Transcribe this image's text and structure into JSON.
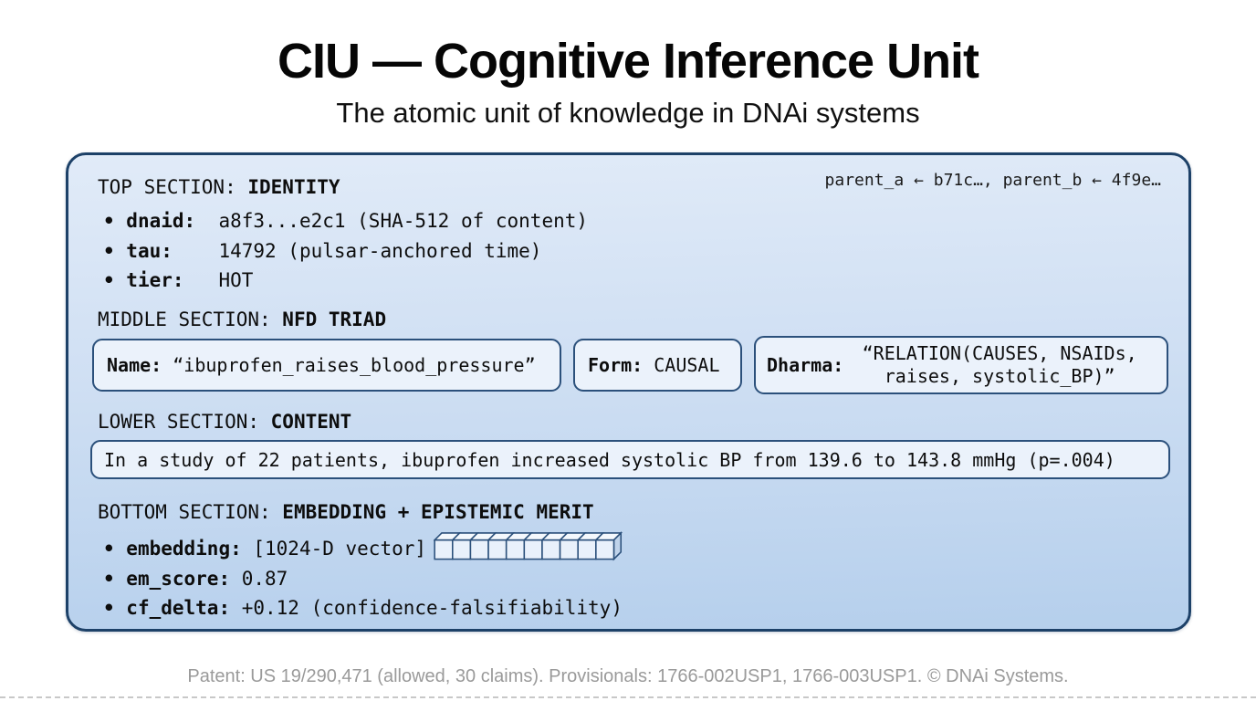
{
  "title": "CIU — Cognitive Inference Unit",
  "subtitle": "The atomic unit of knowledge in DNAi systems",
  "bullet": "• ",
  "card": {
    "parents": "parent_a ← b71c…, parent_b ← 4f9e…",
    "top": {
      "label": "TOP SECTION: ",
      "label_bold": "IDENTITY",
      "items": [
        {
          "key": "dnaid:",
          "value": "  a8f3...e2c1 (SHA-512 of content)"
        },
        {
          "key": "tau:",
          "value": "    14792 (pulsar-anchored time)"
        },
        {
          "key": "tier:",
          "value": "   HOT"
        }
      ]
    },
    "middle": {
      "label": "MIDDLE SECTION: ",
      "label_bold": "NFD TRIAD",
      "name_key": "Name:",
      "name_value": " “ibuprofen_raises_blood_pressure”",
      "form_key": "Form:",
      "form_value": " CAUSAL",
      "dharma_key": "Dharma:",
      "dharma_line1": "“RELATION(CAUSES, NSAIDs,",
      "dharma_line2": "raises, systolic_BP)”"
    },
    "lower": {
      "label": "LOWER SECTION: ",
      "label_bold": "CONTENT",
      "content": "In a study of 22 patients, ibuprofen increased systolic BP from 139.6 to 143.8 mmHg (p=.004)"
    },
    "bottom": {
      "label": "BOTTOM SECTION: ",
      "label_bold": "EMBEDDING + EPISTEMIC MERIT",
      "embedding_key": "embedding:",
      "embedding_value": " [1024-D vector]",
      "vector_cube_count": 10,
      "em_key": "em_score:",
      "em_value": " 0.87",
      "cf_key": "cf_delta:",
      "cf_value": " +0.12 (confidence-falsifiability)"
    }
  },
  "footer": "Patent: US 19/290,471 (allowed, 30 claims). Provisionals: 1766-002USP1, 1766-003USP1. © DNAi Systems.",
  "colors": {
    "card_border": "#1d4168",
    "card_bg_top": "#e1ebf8",
    "card_bg_bottom": "#b5cfec",
    "box_border": "#2b507b",
    "box_bg": "#ebf2fb",
    "cube_front": "#e9f1fb",
    "cube_top": "#f4f8fd",
    "cube_side": "#bfd3ea",
    "footer_text": "#9a9a9a",
    "text": "#0d0d0d"
  }
}
